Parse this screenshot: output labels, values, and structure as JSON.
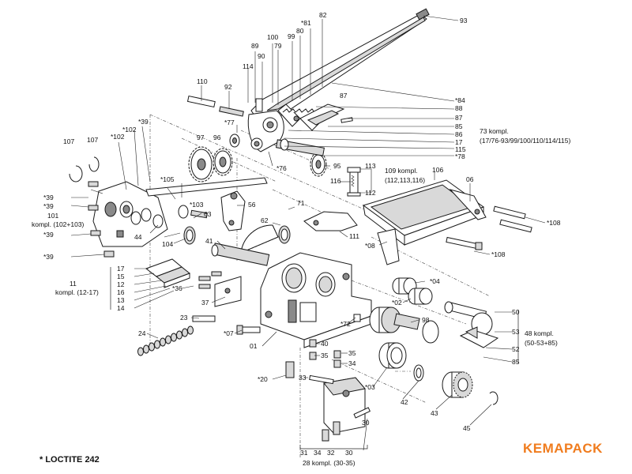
{
  "footnote": "* LOCTITE 242",
  "brand": "KEMAPACK",
  "labels": {
    "n93": "93",
    "n82": "82",
    "n81": "*81",
    "n80": "80",
    "n99": "99",
    "n100": "100",
    "n79": "79",
    "n89": "89",
    "n90": "90",
    "n114": "114",
    "n92": "92",
    "n110": "110",
    "n39a": "*39",
    "n102a": "*102",
    "n107a": "107",
    "n107b": "107",
    "n97": "97",
    "n96": "96",
    "n77": "*77",
    "n76": "*76",
    "n84": "*84",
    "n87a": "87",
    "n88": "88",
    "n87b": "87",
    "n85": "85",
    "n86": "86",
    "n17": "17",
    "n115": "115",
    "n78": "*78",
    "n73": "73 kompl.",
    "n73s": "(17/76-93/99/100/110/114/115)",
    "n113": "113",
    "n116": "116",
    "n112": "112",
    "n95": "95",
    "n109": "109 kompl.",
    "n109s": "(112,113,116)",
    "n106": "106",
    "n06": "06",
    "n39b": "*39",
    "n39c": "*39",
    "n101": "101",
    "n101s": "kompl. (102+103)",
    "n39d": "*39",
    "n39e": "*39",
    "n105": "*105",
    "n102b": "*102",
    "n103": "*103",
    "n63": "63",
    "n56": "56",
    "n71": "71",
    "n62": "62",
    "n111": "111",
    "n108a": "*108",
    "n108b": "*108",
    "n08": "*08",
    "n44": "44",
    "n104": "104",
    "n41": "41",
    "n17b": "17",
    "n15": "15",
    "n12": "12",
    "n16": "16",
    "n13": "13",
    "n14": "14",
    "n11": "11",
    "n11s": "kompl. (12-17)",
    "n36": "*36",
    "n37": "37",
    "n04": "*04",
    "n02": "*02",
    "n98": "98",
    "n50": "50",
    "n53": "53",
    "n52": "52",
    "n85b": "85",
    "n48": "48 kompl.",
    "n48s": "(50-53+85)",
    "n23": "23",
    "n24": "24",
    "n07": "*07",
    "n01": "01",
    "n72": "*72",
    "n40": "40",
    "n35a": "35",
    "n35b": "35",
    "n34": "34",
    "n33": "33",
    "n20": "*20",
    "n03": "*03",
    "n42": "42",
    "n43": "43",
    "n45": "45",
    "n30": "30",
    "n31": "31",
    "n34b": "34",
    "n32": "32",
    "n30b": "30",
    "n28": "28 kompl. (30-35)"
  }
}
